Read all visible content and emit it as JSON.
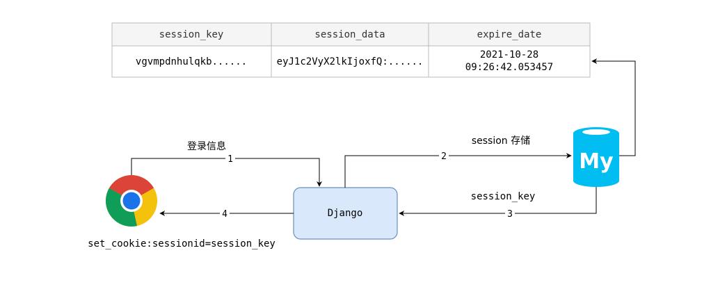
{
  "table": {
    "headers": [
      "session_key",
      "session_data",
      "expire_date"
    ],
    "row": {
      "session_key": "vgvmpdnhulqkb......",
      "session_data": "eyJ1c2VyX2lkIjoxfQ:......",
      "expire_date_line1": "2021-10-28",
      "expire_date_line2": "09:26:42.053457"
    }
  },
  "nodes": {
    "django": "Django",
    "mysql_logo": "My"
  },
  "edges": {
    "e1": {
      "label": "登录信息",
      "step": "1"
    },
    "e2": {
      "label": "session 存储",
      "step": "2"
    },
    "e3": {
      "label": "session_key",
      "step": "3"
    },
    "e4": {
      "label": "set_cookie:sessionid=session_key",
      "step": "4"
    }
  },
  "colors": {
    "django_fill": "#dae8fc",
    "django_stroke": "#6c8ebf",
    "mysql_fill": "#00bef2",
    "table_header_fill": "#f5f5f5",
    "chrome_red": "#db4437",
    "chrome_yellow": "#f4c20d",
    "chrome_green": "#0f9d58",
    "chrome_blue": "#4285f4"
  }
}
